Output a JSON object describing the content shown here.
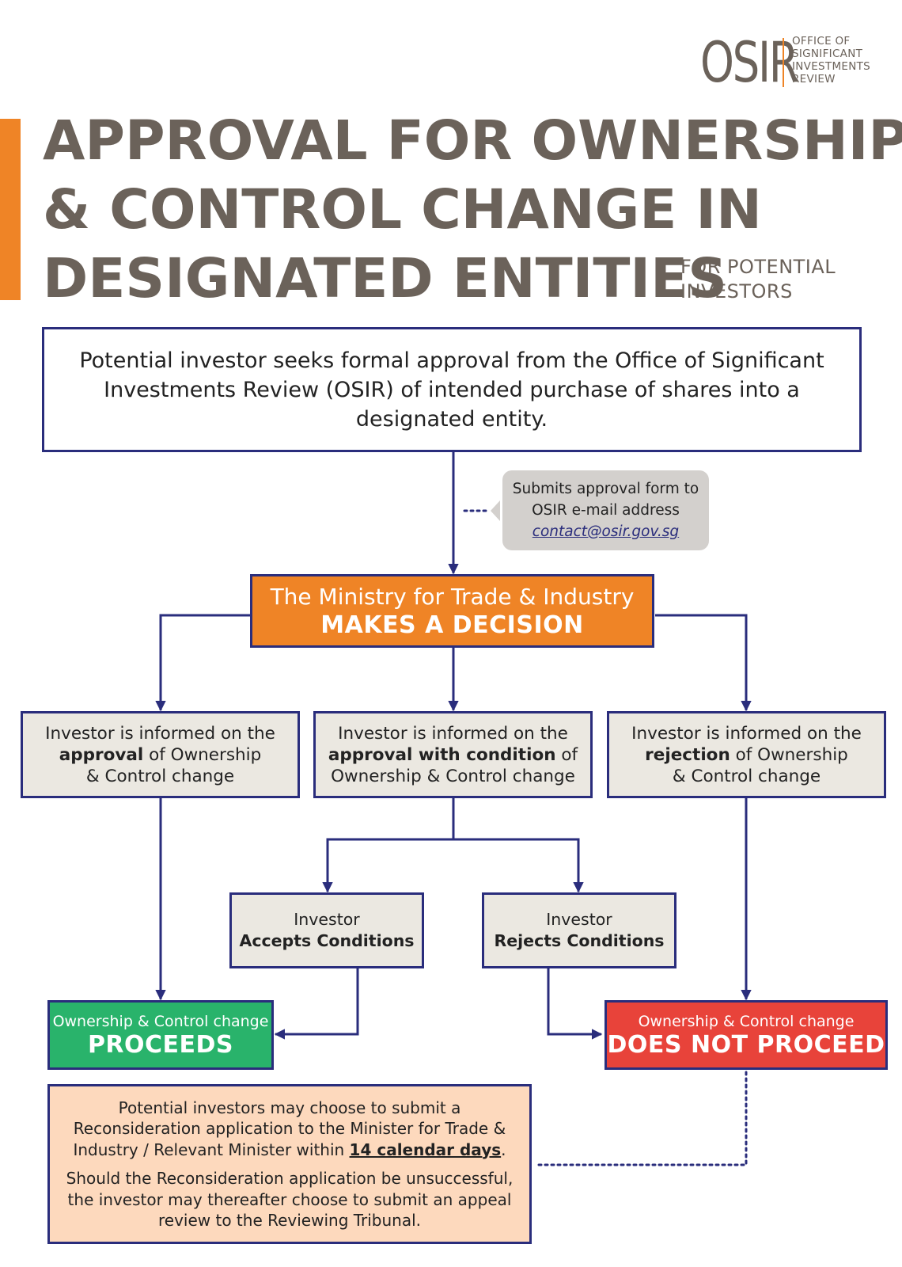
{
  "logo": {
    "word": "OSIR",
    "subtitle_lines": [
      "OFFICE OF",
      "SIGNIFICANT",
      "INVESTMENTS",
      "REVIEW"
    ]
  },
  "title": {
    "lines": [
      "APPROVAL FOR OWNERSHIP",
      "& CONTROL CHANGE IN",
      "DESIGNATED ENTITIES"
    ],
    "tag_lines": [
      "FOR POTENTIAL",
      "INVESTORS"
    ]
  },
  "intro": {
    "text": "Potential investor seeks formal approval from the Office of Significant Investments Review (OSIR) of intended purchase of shares into a designated entity."
  },
  "note": {
    "line1": "Submits approval form to",
    "line2": "OSIR e-mail address",
    "email": "contact@osir.gov.sg"
  },
  "decision": {
    "line1": "The Ministry for Trade & Industry",
    "line2": "MAKES A DECISION"
  },
  "outcomes": {
    "approval": {
      "pre": "Investor is informed on the",
      "bold": "approval",
      "post": "of Ownership",
      "last": "& Control change"
    },
    "conditional": {
      "pre": "Investor is informed on the",
      "bold": "approval with condition",
      "post": "of",
      "last": "Ownership & Control change"
    },
    "rejection": {
      "pre": "Investor is informed on the",
      "bold": "rejection",
      "post": "of Ownership",
      "last": "& Control change"
    }
  },
  "conditions": {
    "accepts": {
      "line1": "Investor",
      "line2": "Accepts Conditions"
    },
    "rejects": {
      "line1": "Investor",
      "line2": "Rejects Conditions"
    }
  },
  "results": {
    "proceeds": {
      "line1": "Ownership & Control change",
      "line2": "PROCEEDS"
    },
    "not_proceed": {
      "line1": "Ownership & Control change",
      "line2": "DOES NOT PROCEED"
    }
  },
  "reconsideration": {
    "p1_pre": "Potential investors may choose to submit a Reconsideration application to the Minister for Trade & Industry / Relevant Minister within ",
    "p1_days": "14 calendar days",
    "p1_post": ".",
    "p2": "Should the Reconsideration application be unsuccessful, the investor may thereafter choose to submit an appeal review to the Reviewing Tribunal."
  },
  "colors": {
    "navy": "#2a2d7c",
    "orange": "#ef8426",
    "green": "#29b36b",
    "red": "#e8433a",
    "grey_text": "#6b625a",
    "beige": "#ebe8e1",
    "peach": "#fdd9bd"
  }
}
